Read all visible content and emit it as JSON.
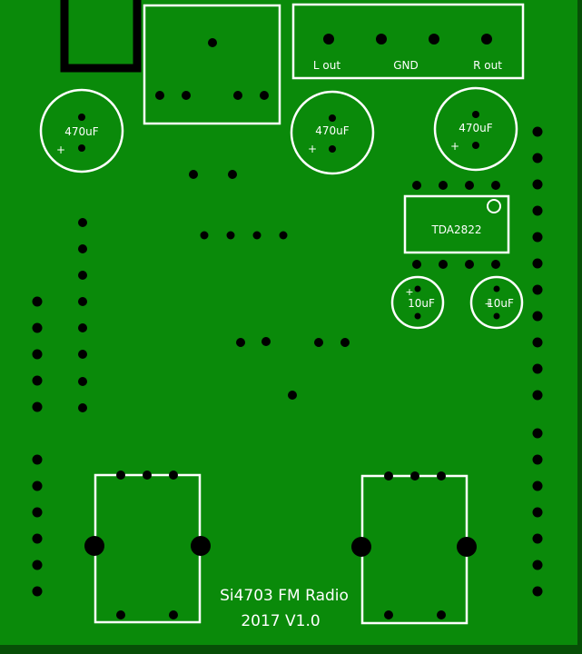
{
  "board": {
    "colors": {
      "pcb": "#0a8a0a",
      "edge": "#074f07",
      "silk": "#ffffff",
      "hole": "#000000",
      "trace": "#000000"
    },
    "labels": {
      "cap_left": "470uF",
      "cap_middle": "470uF",
      "cap_right": "470uF",
      "cap_small_left": "10uF",
      "cap_small_right": "10uF",
      "ic": "TDA2822",
      "connector_l_out": "L out",
      "connector_gnd": "GND",
      "connector_r_out": "R out",
      "title_line1": "Si4703  FM Radio",
      "title_line2": "2017 V1.0"
    },
    "polarity_mark": "+"
  }
}
